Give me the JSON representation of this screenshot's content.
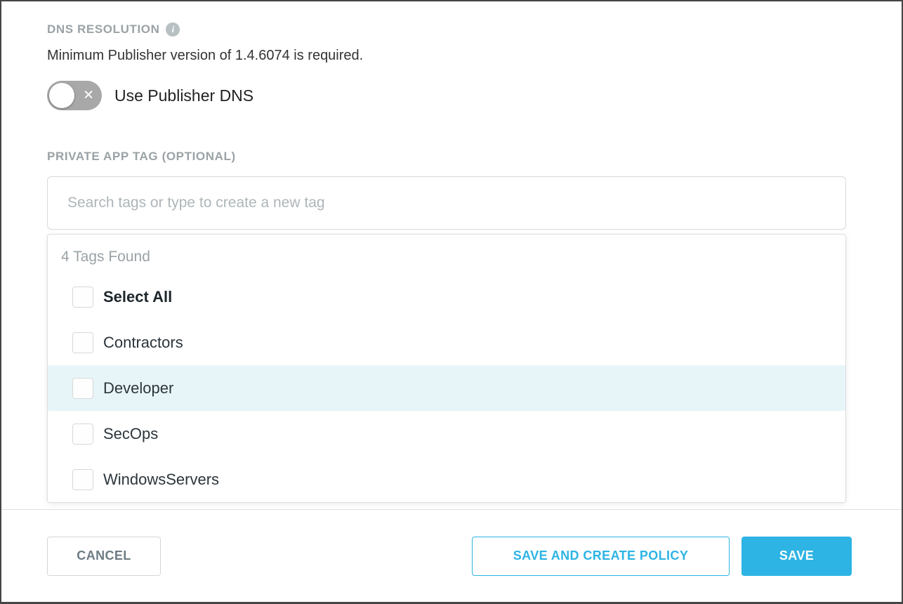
{
  "dns_section": {
    "title": "DNS RESOLUTION",
    "info_icon_glyph": "i",
    "description": "Minimum Publisher version of 1.4.6074 is required.",
    "toggle_label": "Use Publisher DNS",
    "toggle_state": "off",
    "toggle_off_glyph": "✕"
  },
  "tag_section": {
    "title": "PRIVATE APP TAG (OPTIONAL)",
    "search_placeholder": "Search tags or type to create a new tag",
    "search_value": "",
    "results_count": "4 Tags Found",
    "options": [
      {
        "label": "Select All",
        "bold": true,
        "checked": false,
        "highlighted": false
      },
      {
        "label": "Contractors",
        "bold": false,
        "checked": false,
        "highlighted": false
      },
      {
        "label": "Developer",
        "bold": false,
        "checked": false,
        "highlighted": true
      },
      {
        "label": "SecOps",
        "bold": false,
        "checked": false,
        "highlighted": false
      },
      {
        "label": "WindowsServers",
        "bold": false,
        "checked": false,
        "highlighted": false
      }
    ]
  },
  "footer": {
    "cancel_label": "CANCEL",
    "save_create_label": "SAVE AND CREATE POLICY",
    "save_label": "SAVE"
  },
  "colors": {
    "accent": "#2DB4E4",
    "highlight_row": "#E8F5F8",
    "muted_heading": "#9AA2A6"
  }
}
